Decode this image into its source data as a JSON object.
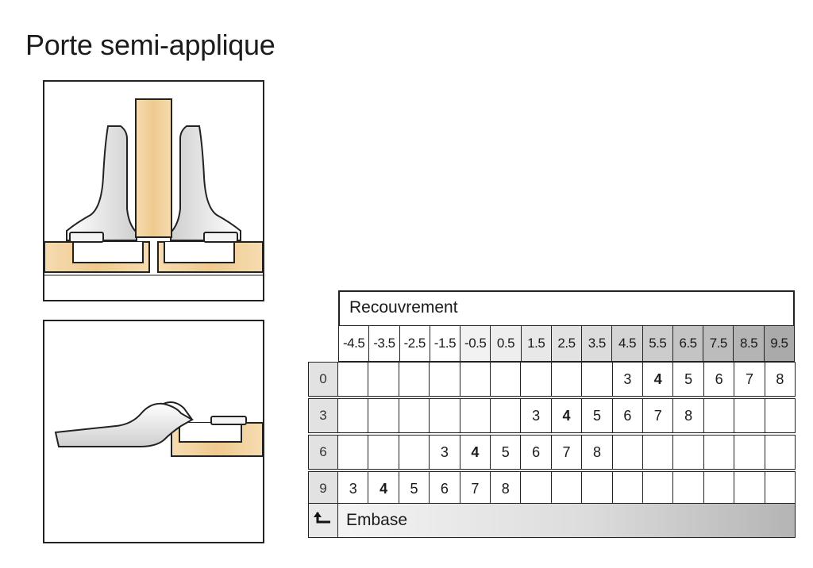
{
  "title": "Porte semi-applique",
  "table": {
    "recouvrement_label": "Recouvrement",
    "embase_label": "Embase",
    "columns": [
      "-4.5",
      "-3.5",
      "-2.5",
      "-1.5",
      "-0.5",
      "0.5",
      "1.5",
      "2.5",
      "3.5",
      "4.5",
      "5.5",
      "6.5",
      "7.5",
      "8.5",
      "9.5"
    ],
    "header_shades": [
      "#ffffff",
      "#ffffff",
      "#ffffff",
      "#ffffff",
      "#f2f2f2",
      "#eeeeee",
      "#e8e8e8",
      "#e2e2e2",
      "#dcdcdc",
      "#d4d4d4",
      "#cccccc",
      "#c4c4c4",
      "#bcbcbc",
      "#b4b4b4",
      "#aaaaaa"
    ],
    "rows": [
      {
        "label": "0",
        "cells": [
          "",
          "",
          "",
          "",
          "",
          "",
          "",
          "",
          "",
          "3",
          "4",
          "5",
          "6",
          "7",
          "8"
        ]
      },
      {
        "label": "3",
        "cells": [
          "",
          "",
          "",
          "",
          "",
          "",
          "3",
          "4",
          "5",
          "6",
          "7",
          "8",
          "",
          "",
          ""
        ]
      },
      {
        "label": "6",
        "cells": [
          "",
          "",
          "",
          "3",
          "4",
          "5",
          "6",
          "7",
          "8",
          "",
          "",
          "",
          "",
          "",
          ""
        ]
      },
      {
        "label": "9",
        "cells": [
          "3",
          "4",
          "5",
          "6",
          "7",
          "8",
          "",
          "",
          "",
          "",
          "",
          "",
          "",
          "",
          ""
        ]
      }
    ],
    "bold_value": "4"
  },
  "colors": {
    "wood": "#f1cf9c",
    "metal_light": "#f2f2f2",
    "metal_shade": "#d0d0d0",
    "outline": "#222222"
  },
  "icons": {
    "embase": "return-arrow-icon"
  }
}
